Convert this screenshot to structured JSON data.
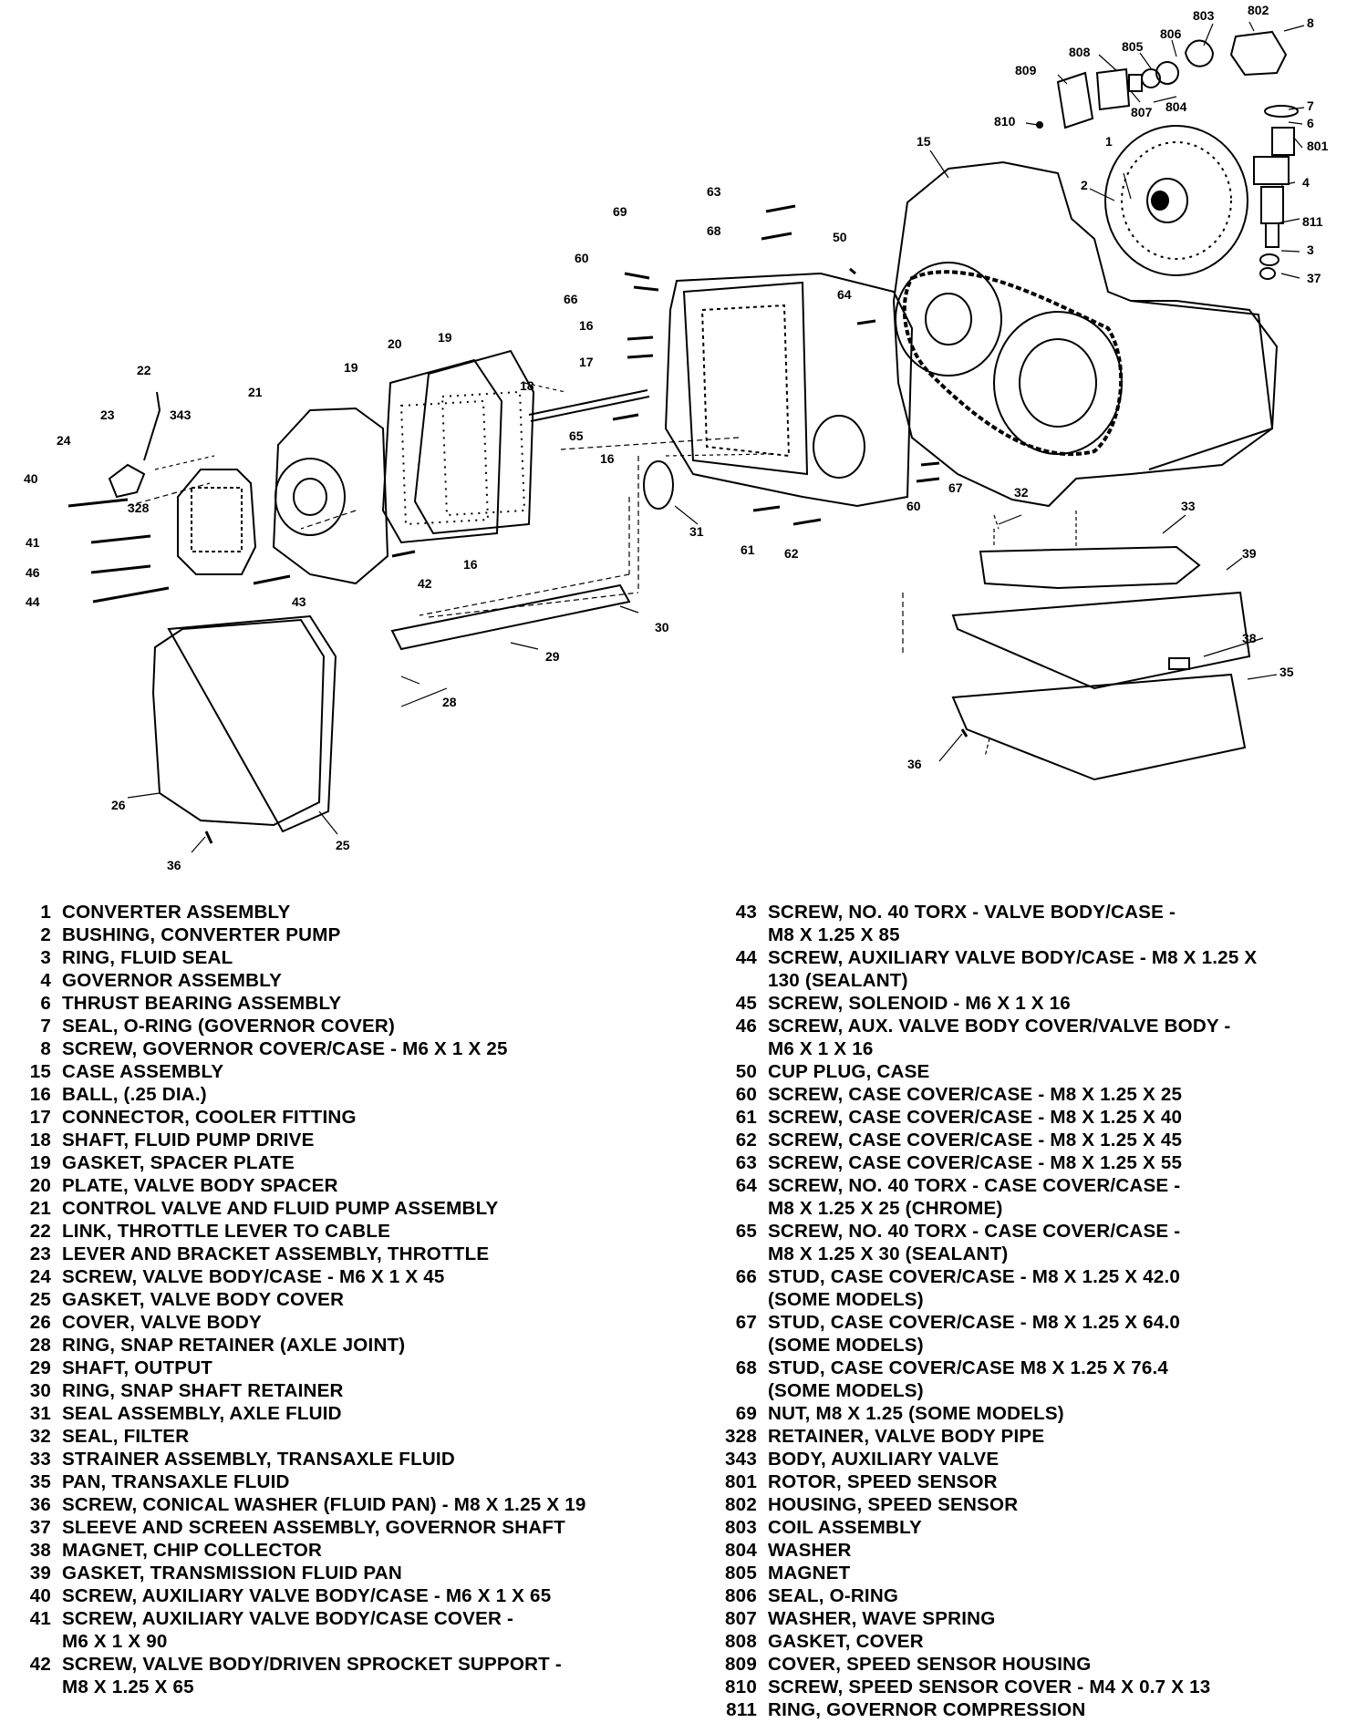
{
  "diagram": {
    "callouts": {
      "c1": "1",
      "c2": "2",
      "c3": "3",
      "c4": "4",
      "c6": "6",
      "c7": "7",
      "c8": "8",
      "c15": "15",
      "c16a": "16",
      "c16b": "16",
      "c16c": "16",
      "c17": "17",
      "c18": "18",
      "c19a": "19",
      "c19b": "19",
      "c20": "20",
      "c21": "21",
      "c22": "22",
      "c23": "23",
      "c24": "24",
      "c25": "25",
      "c26": "26",
      "c28": "28",
      "c29": "29",
      "c30": "30",
      "c31": "31",
      "c32": "32",
      "c33": "33",
      "c35": "35",
      "c36a": "36",
      "c36b": "36",
      "c37": "37",
      "c38": "38",
      "c39": "39",
      "c40": "40",
      "c41": "41",
      "c42": "42",
      "c43": "43",
      "c44": "44",
      "c46": "46",
      "c50": "50",
      "c60a": "60",
      "c60b": "60",
      "c61": "61",
      "c62": "62",
      "c63": "63",
      "c64": "64",
      "c65": "65",
      "c66": "66",
      "c67": "67",
      "c68": "68",
      "c69": "69",
      "c328": "328",
      "c343": "343",
      "c801": "801",
      "c802": "802",
      "c803": "803",
      "c804": "804",
      "c805": "805",
      "c806": "806",
      "c807": "807",
      "c808": "808",
      "c809": "809",
      "c810": "810",
      "c811": "811"
    }
  },
  "legend_left": [
    {
      "num": "1",
      "desc": "CONVERTER ASSEMBLY"
    },
    {
      "num": "2",
      "desc": "BUSHING, CONVERTER PUMP"
    },
    {
      "num": "3",
      "desc": "RING, FLUID SEAL"
    },
    {
      "num": "4",
      "desc": "GOVERNOR ASSEMBLY"
    },
    {
      "num": "6",
      "desc": "THRUST BEARING ASSEMBLY"
    },
    {
      "num": "7",
      "desc": "SEAL, O-RING (GOVERNOR COVER)"
    },
    {
      "num": "8",
      "desc": "SCREW, GOVERNOR COVER/CASE - M6 X 1 X 25"
    },
    {
      "num": "15",
      "desc": "CASE ASSEMBLY"
    },
    {
      "num": "16",
      "desc": "BALL, (.25 DIA.)"
    },
    {
      "num": "17",
      "desc": "CONNECTOR, COOLER FITTING"
    },
    {
      "num": "18",
      "desc": "SHAFT, FLUID PUMP DRIVE"
    },
    {
      "num": "19",
      "desc": "GASKET, SPACER PLATE"
    },
    {
      "num": "20",
      "desc": "PLATE, VALVE BODY SPACER"
    },
    {
      "num": "21",
      "desc": "CONTROL VALVE AND FLUID PUMP ASSEMBLY"
    },
    {
      "num": "22",
      "desc": "LINK, THROTTLE LEVER TO CABLE"
    },
    {
      "num": "23",
      "desc": "LEVER AND BRACKET ASSEMBLY, THROTTLE"
    },
    {
      "num": "24",
      "desc": "SCREW, VALVE BODY/CASE - M6 X 1 X 45"
    },
    {
      "num": "25",
      "desc": "GASKET, VALVE BODY COVER"
    },
    {
      "num": "26",
      "desc": "COVER, VALVE BODY"
    },
    {
      "num": "28",
      "desc": "RING, SNAP RETAINER (AXLE JOINT)"
    },
    {
      "num": "29",
      "desc": "SHAFT, OUTPUT"
    },
    {
      "num": "30",
      "desc": "RING, SNAP SHAFT RETAINER"
    },
    {
      "num": "31",
      "desc": "SEAL ASSEMBLY, AXLE FLUID"
    },
    {
      "num": "32",
      "desc": "SEAL, FILTER"
    },
    {
      "num": "33",
      "desc": "STRAINER ASSEMBLY, TRANSAXLE FLUID"
    },
    {
      "num": "35",
      "desc": "PAN, TRANSAXLE FLUID"
    },
    {
      "num": "36",
      "desc": "SCREW, CONICAL WASHER (FLUID PAN) - M8 X 1.25 X 19"
    },
    {
      "num": "37",
      "desc": "SLEEVE AND SCREEN ASSEMBLY, GOVERNOR SHAFT"
    },
    {
      "num": "38",
      "desc": "MAGNET, CHIP COLLECTOR"
    },
    {
      "num": "39",
      "desc": "GASKET, TRANSMISSION FLUID PAN"
    },
    {
      "num": "40",
      "desc": "SCREW, AUXILIARY VALVE BODY/CASE - M6 X 1 X 65"
    },
    {
      "num": "41",
      "desc": "SCREW, AUXILIARY VALVE BODY/CASE COVER -\nM6 X 1 X 90"
    },
    {
      "num": "42",
      "desc": "SCREW, VALVE BODY/DRIVEN SPROCKET SUPPORT -\nM8 X 1.25 X 65"
    }
  ],
  "legend_right": [
    {
      "num": "43",
      "desc": "SCREW, NO. 40 TORX - VALVE BODY/CASE -\nM8 X 1.25 X 85"
    },
    {
      "num": "44",
      "desc": "SCREW, AUXILIARY VALVE BODY/CASE - M8 X 1.25 X\n130 (SEALANT)"
    },
    {
      "num": "45",
      "desc": "SCREW, SOLENOID - M6 X 1 X 16"
    },
    {
      "num": "46",
      "desc": "SCREW, AUX. VALVE BODY COVER/VALVE BODY -\nM6 X 1 X 16"
    },
    {
      "num": "50",
      "desc": "CUP PLUG, CASE"
    },
    {
      "num": "60",
      "desc": "SCREW, CASE COVER/CASE - M8 X 1.25 X 25"
    },
    {
      "num": "61",
      "desc": "SCREW, CASE COVER/CASE - M8 X 1.25 X 40"
    },
    {
      "num": "62",
      "desc": "SCREW, CASE COVER/CASE - M8 X 1.25 X 45"
    },
    {
      "num": "63",
      "desc": "SCREW, CASE COVER/CASE - M8 X 1.25 X 55"
    },
    {
      "num": "64",
      "desc": "SCREW, NO. 40 TORX - CASE COVER/CASE -\nM8 X 1.25 X 25 (CHROME)"
    },
    {
      "num": "65",
      "desc": "SCREW, NO. 40 TORX - CASE COVER/CASE -\nM8 X 1.25 X 30 (SEALANT)"
    },
    {
      "num": "66",
      "desc": "STUD, CASE COVER/CASE - M8 X 1.25 X 42.0\n(SOME MODELS)"
    },
    {
      "num": "67",
      "desc": "STUD, CASE COVER/CASE - M8 X 1.25 X 64.0\n(SOME MODELS)"
    },
    {
      "num": "68",
      "desc": "STUD, CASE COVER/CASE  M8 X 1.25 X 76.4\n(SOME MODELS)"
    },
    {
      "num": "69",
      "desc": "NUT, M8 X 1.25 (SOME MODELS)"
    },
    {
      "num": "328",
      "desc": "RETAINER, VALVE BODY PIPE"
    },
    {
      "num": "343",
      "desc": "BODY, AUXILIARY VALVE"
    },
    {
      "num": "801",
      "desc": "ROTOR, SPEED SENSOR"
    },
    {
      "num": "802",
      "desc": "HOUSING, SPEED SENSOR"
    },
    {
      "num": "803",
      "desc": "COIL ASSEMBLY"
    },
    {
      "num": "804",
      "desc": "WASHER"
    },
    {
      "num": "805",
      "desc": "MAGNET"
    },
    {
      "num": "806",
      "desc": "SEAL, O-RING"
    },
    {
      "num": "807",
      "desc": "WASHER, WAVE SPRING"
    },
    {
      "num": "808",
      "desc": "GASKET, COVER"
    },
    {
      "num": "809",
      "desc": "COVER, SPEED SENSOR HOUSING"
    },
    {
      "num": "810",
      "desc": "SCREW, SPEED SENSOR COVER - M4 X 0.7 X 13"
    },
    {
      "num": "811",
      "desc": "RING, GOVERNOR COMPRESSION"
    }
  ]
}
